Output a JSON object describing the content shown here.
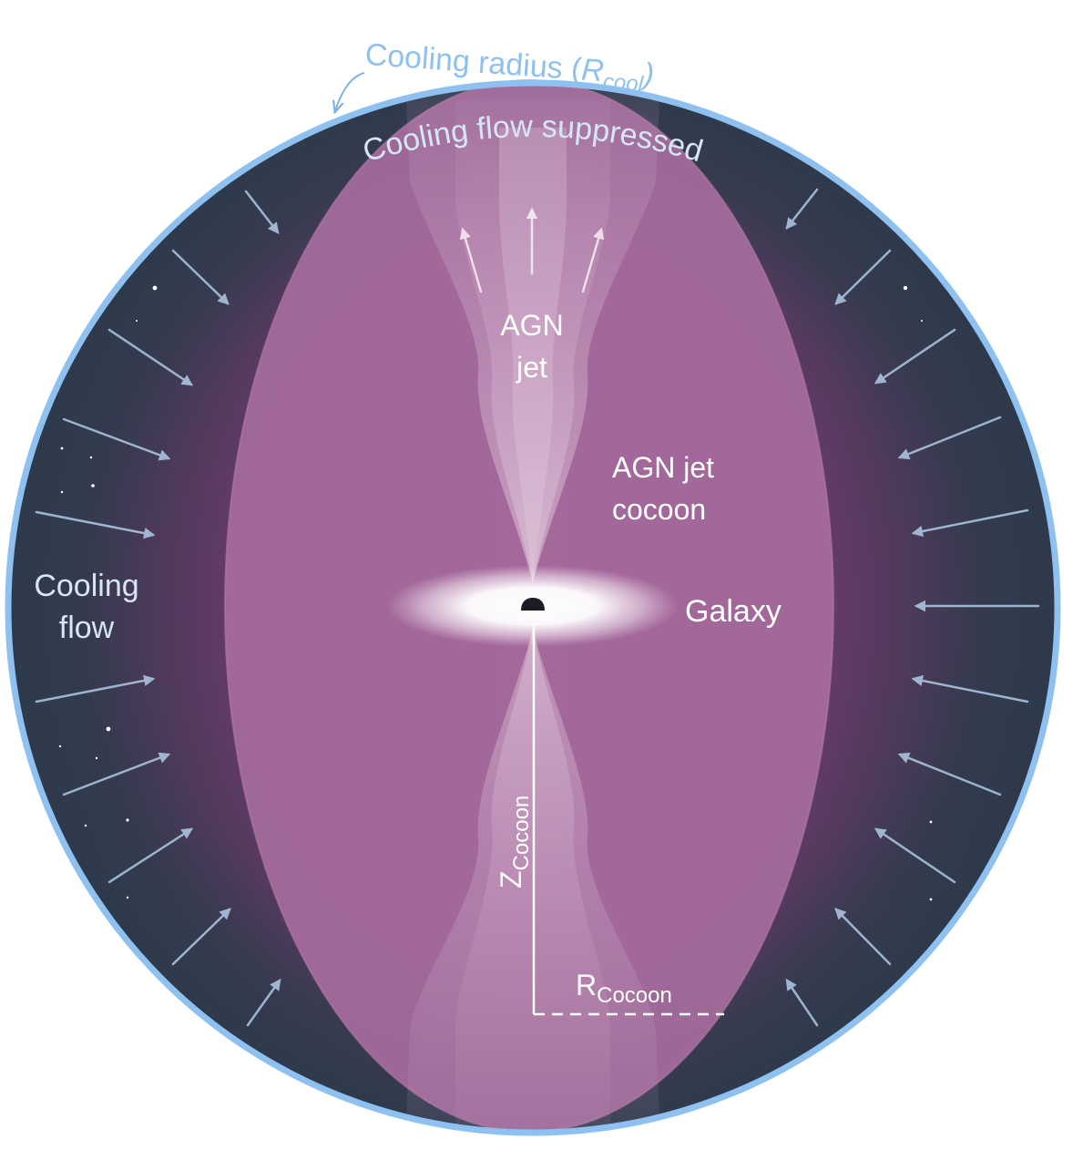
{
  "labels": {
    "cooling_radius_main": "Cooling radius (",
    "cooling_radius_symbol": "R",
    "cooling_radius_sub": "cool",
    "cooling_radius_close": ")",
    "cooling_flow_suppressed": "Cooling flow suppressed",
    "agn_jet_line1": "AGN",
    "agn_jet_line2": "jet",
    "agn_cocoon_line1": "AGN jet",
    "agn_cocoon_line2": "cocoon",
    "galaxy": "Galaxy",
    "cooling_flow_line1": "Cooling",
    "cooling_flow_line2": "flow",
    "z_cocoon_main": "Z",
    "z_cocoon_sub": "Cocoon",
    "r_cocoon_main": "R",
    "r_cocoon_sub": "Cocoon"
  },
  "colors": {
    "rim": "#8ec1f0",
    "outer_dark": "#2f3a4d",
    "outer_magenta": "#8a3a7c",
    "cocoon": "#a86c9e",
    "jet": "#c9a3c4",
    "label_light": "#d9e8f7",
    "label_white": "#ffffff",
    "arrow": "#b7d4ef"
  },
  "icons": {
    "black_hole": "black-hole-icon",
    "rim_pointer": "curved-arrow-icon"
  }
}
